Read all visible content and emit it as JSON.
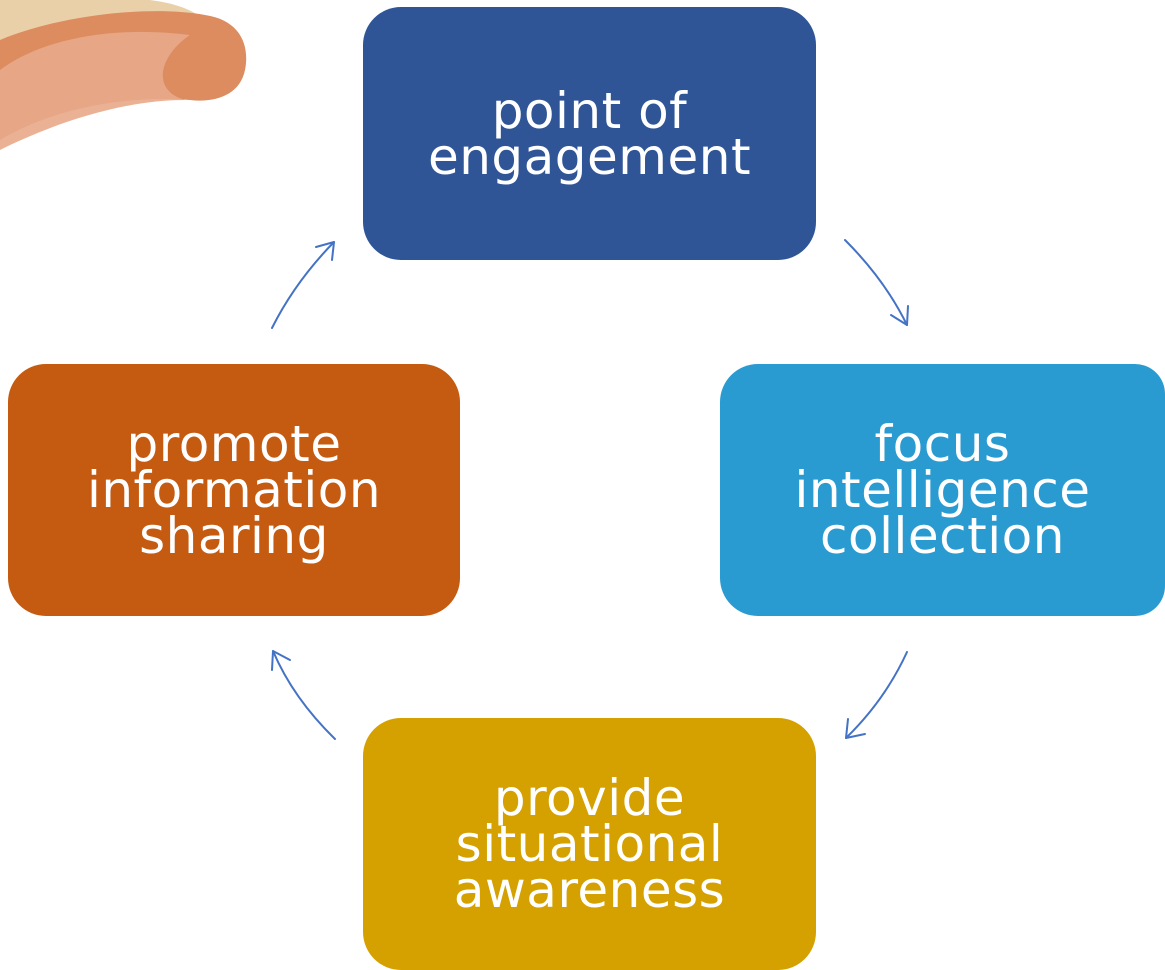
{
  "diagram": {
    "nodes": [
      {
        "id": "top",
        "lines": [
          "point of",
          "engagement"
        ],
        "color": "#2f5597"
      },
      {
        "id": "right",
        "lines": [
          "focus",
          "intelligence",
          "collection"
        ],
        "color": "#2a9bd1"
      },
      {
        "id": "bottom",
        "lines": [
          "provide",
          "situational",
          "awareness"
        ],
        "color": "#d4a100"
      },
      {
        "id": "left",
        "lines": [
          "promote",
          "information",
          "sharing"
        ],
        "color": "#c55a11"
      }
    ],
    "arrow_color": "#4472c4",
    "cycle_direction": "clockwise"
  },
  "decoration": {
    "shape_colors": [
      "#e8c79a",
      "#d98b5f",
      "#e7a78c"
    ]
  }
}
